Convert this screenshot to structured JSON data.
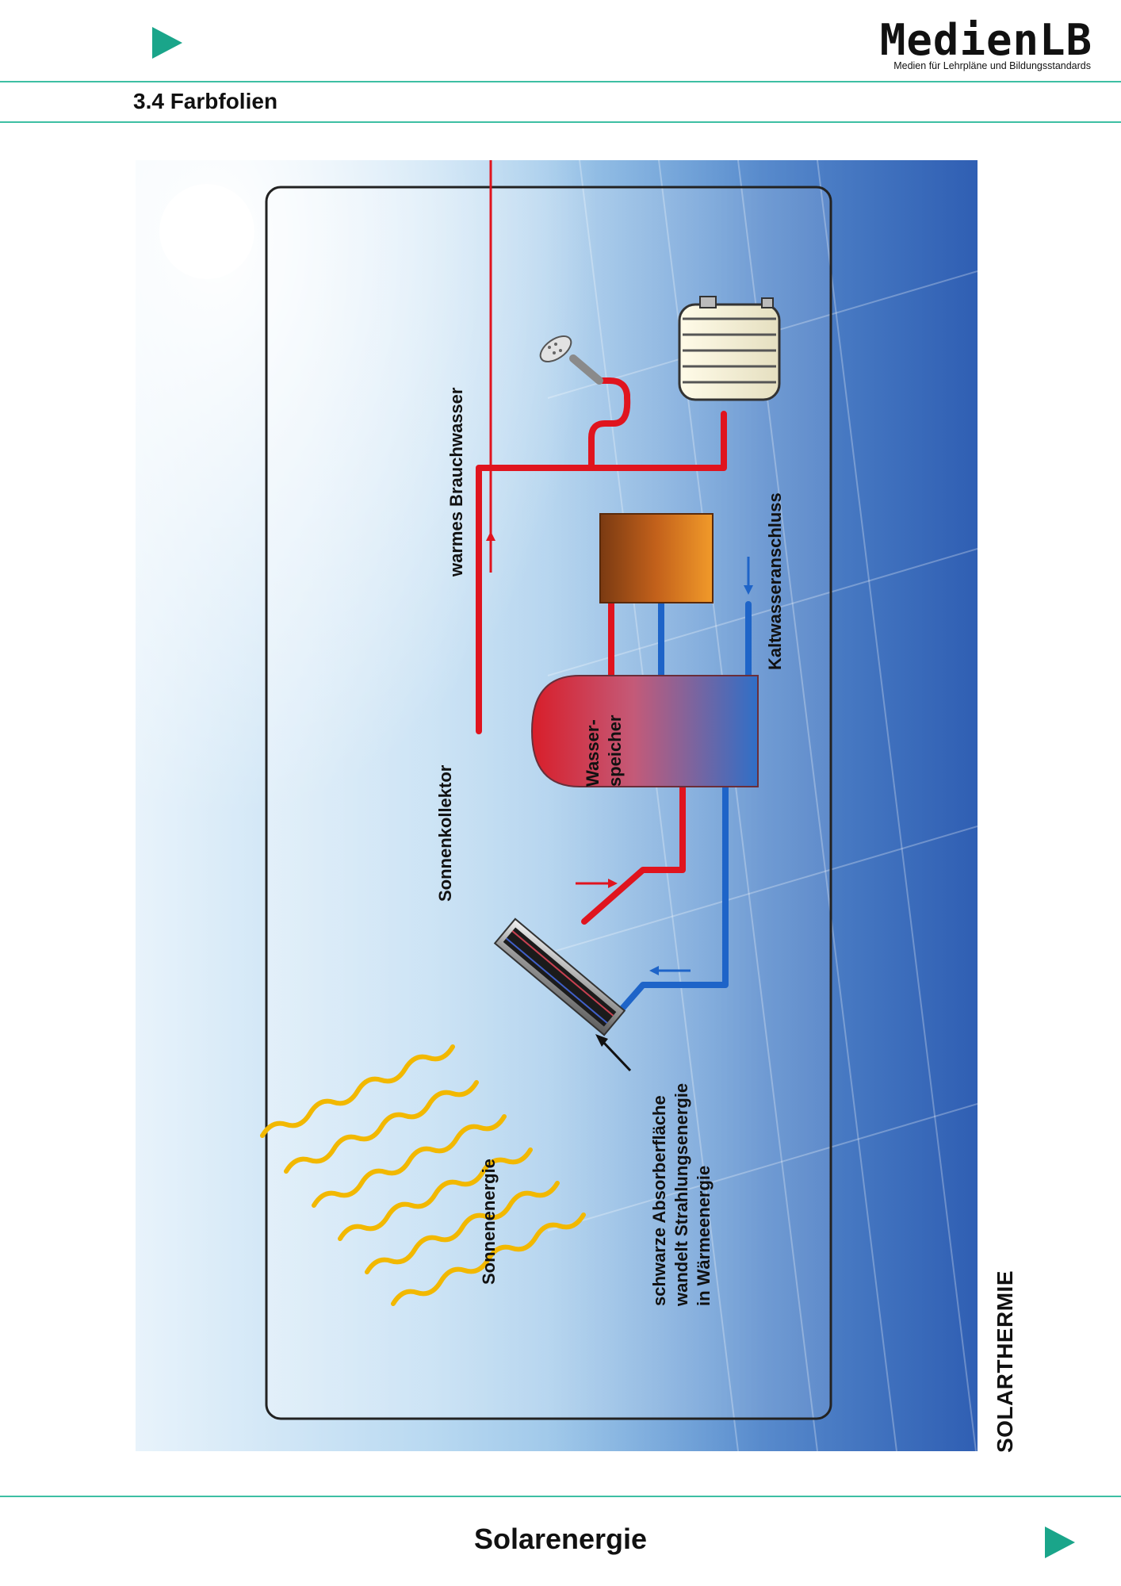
{
  "header": {
    "logo_title": "MedienLB",
    "logo_subtitle": "Medien für Lehrpläne und Bildungsstandards",
    "section_title": "3.4 Farbfolien"
  },
  "figure": {
    "side_label": "SOLARTHERMIE",
    "labels": {
      "warm_water": "warmes Brauchwasser",
      "collector": "Sonnenkollektor",
      "storage_line1": "Wasser-",
      "storage_line2": "speicher",
      "cold_water": "Kaltwasseranschluss",
      "solar_energy": "Sonnenenergie",
      "absorber_line1": "schwarze Absorberfläche",
      "absorber_line2": "wandelt Strahlungsenergie",
      "absorber_line3": "in Wärmeenergie"
    }
  },
  "footer": {
    "title": "Solarenergie"
  },
  "colors": {
    "accent": "#1aa58a",
    "rule": "#3dbfa3",
    "hot_pipe": "#e0141e",
    "cold_pipe": "#1e64c8",
    "sun_rays": "#f2b800"
  }
}
